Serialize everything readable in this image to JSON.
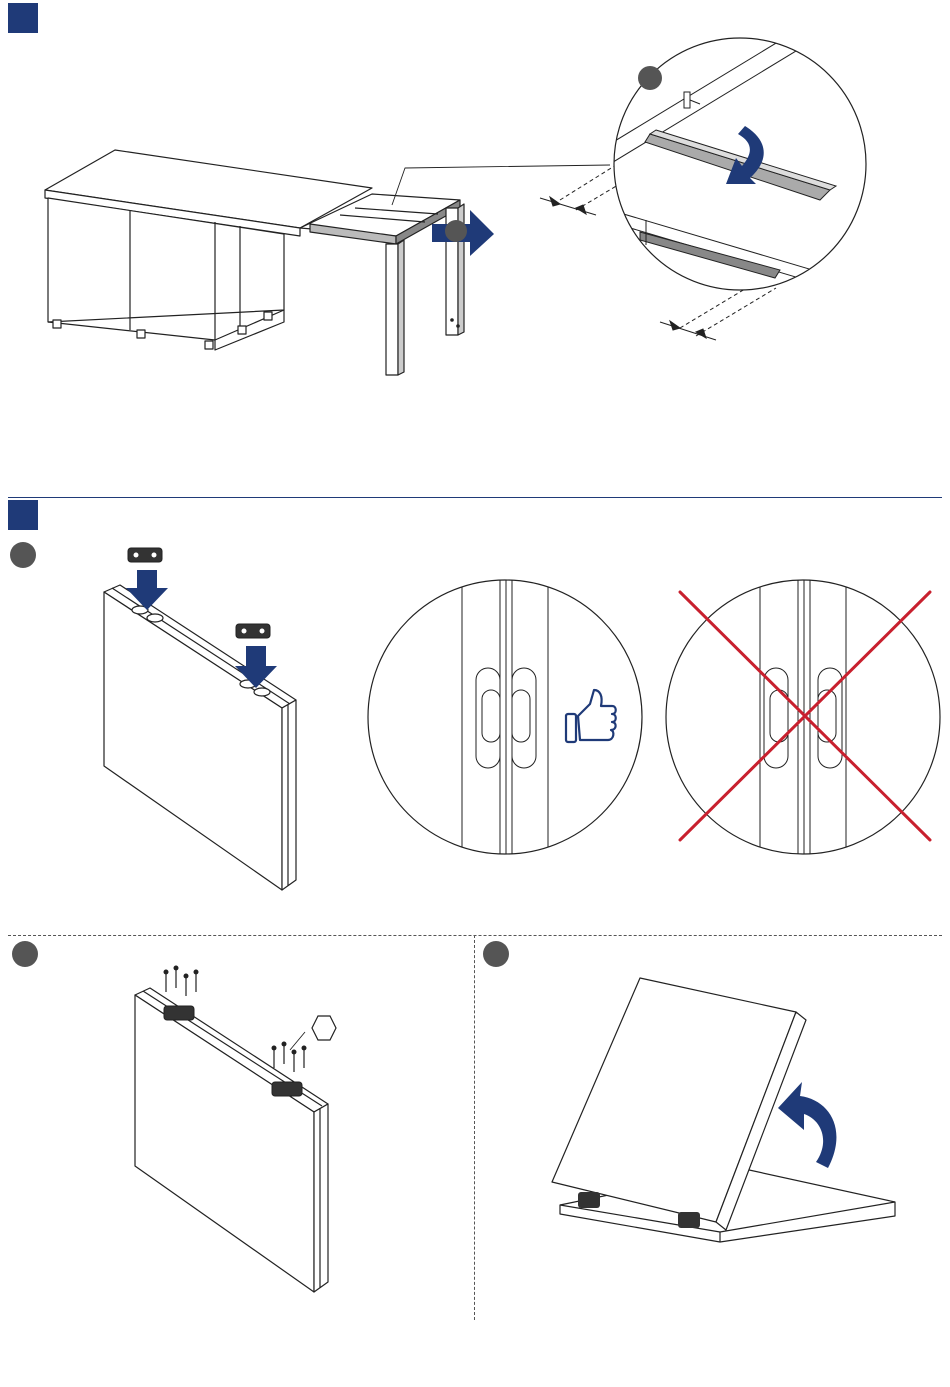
{
  "colors": {
    "step_marker": "#1f3a78",
    "arrow": "#1f3a78",
    "line": "#222222",
    "callout_dot": "#555555",
    "wrong_cross": "#c8202e",
    "ok_icon": "#1f3a78"
  },
  "steps": [
    {
      "id": "step-1",
      "substeps": [
        "callout-a",
        "callout-b"
      ]
    },
    {
      "id": "step-2",
      "substeps": [
        "sub-1",
        "sub-2",
        "sub-3"
      ]
    }
  ],
  "icons": {
    "ok": "thumbs-up-icon",
    "wrong": "red-cross-icon",
    "tool": "hex-key-icon",
    "rotate": "curved-arrow-icon",
    "pull": "arrow-right-icon",
    "down": "arrow-down-icon"
  }
}
